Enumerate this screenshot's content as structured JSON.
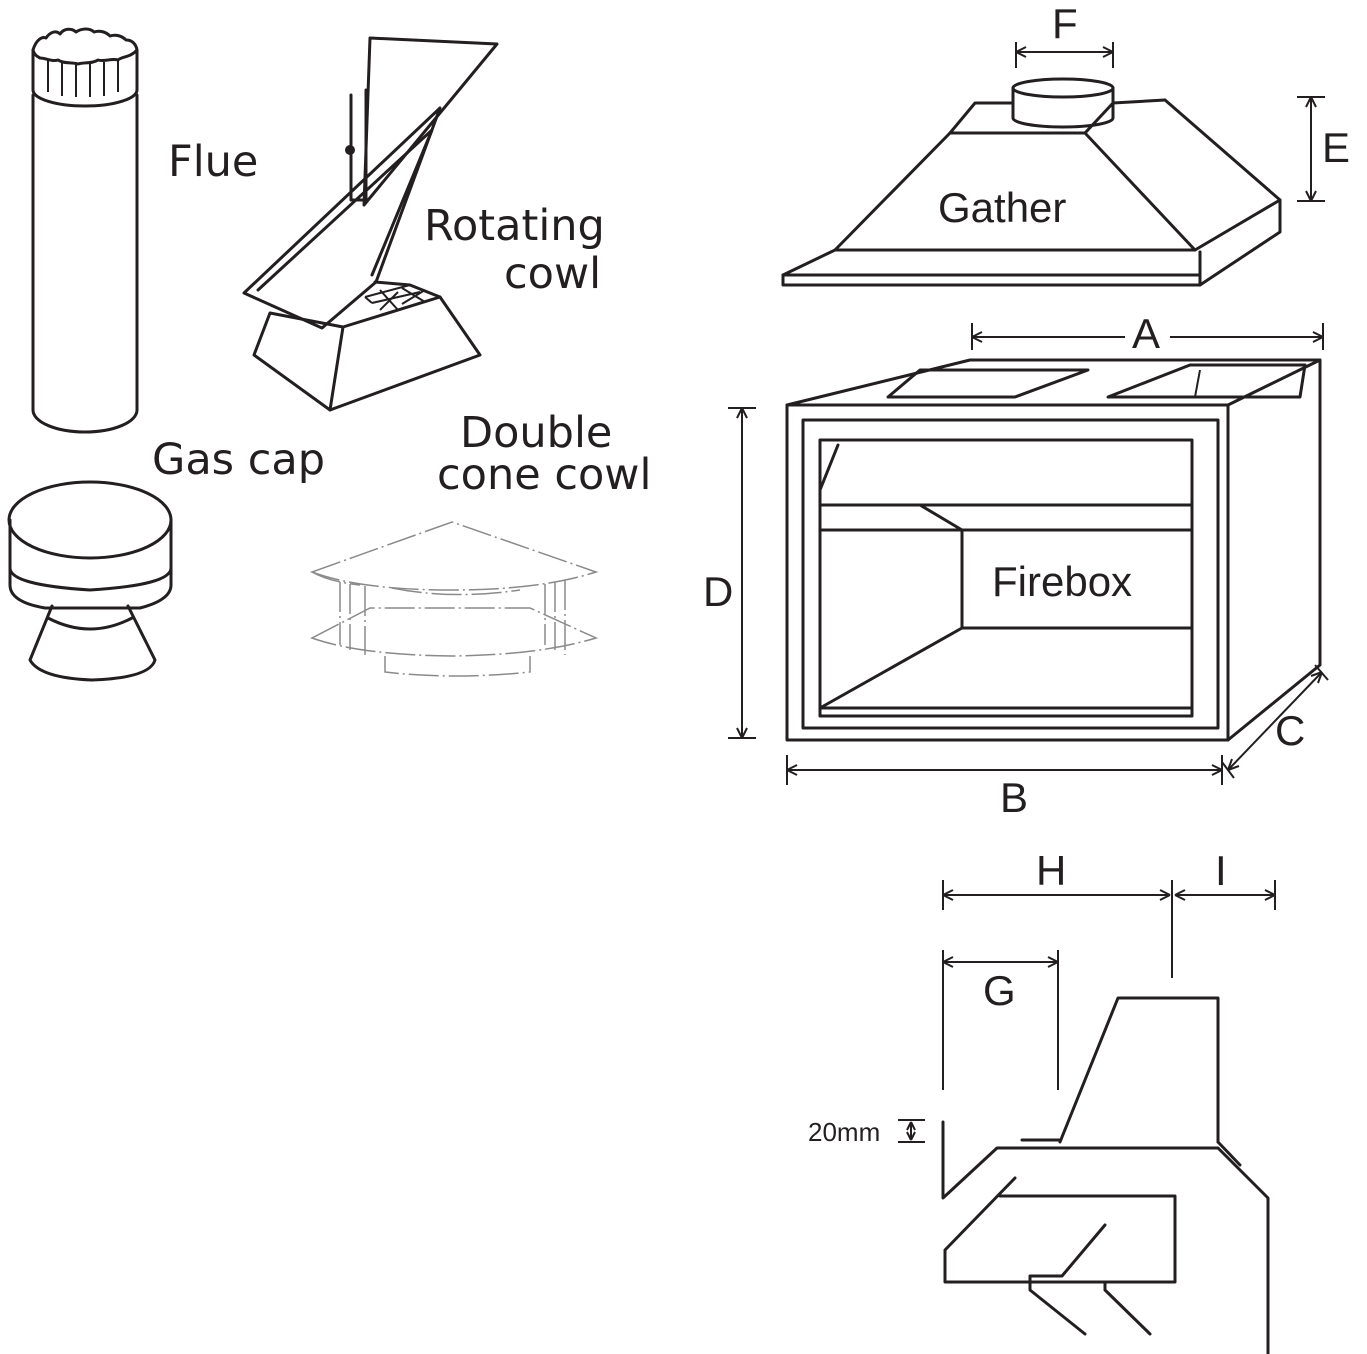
{
  "parts": {
    "flue": "Flue",
    "rotating_cowl_line1": "Rotating",
    "rotating_cowl_line2": "cowl",
    "gas_cap": "Gas cap",
    "double_cone_cowl_line1": "Double",
    "double_cone_cowl_line2": "cone cowl",
    "gather": "Gather",
    "firebox": "Firebox"
  },
  "dimensions": {
    "a": "A",
    "b": "B",
    "c": "C",
    "d": "D",
    "e": "E",
    "f": "F",
    "g": "G",
    "h": "H",
    "i": "I",
    "clearance": "20mm"
  }
}
